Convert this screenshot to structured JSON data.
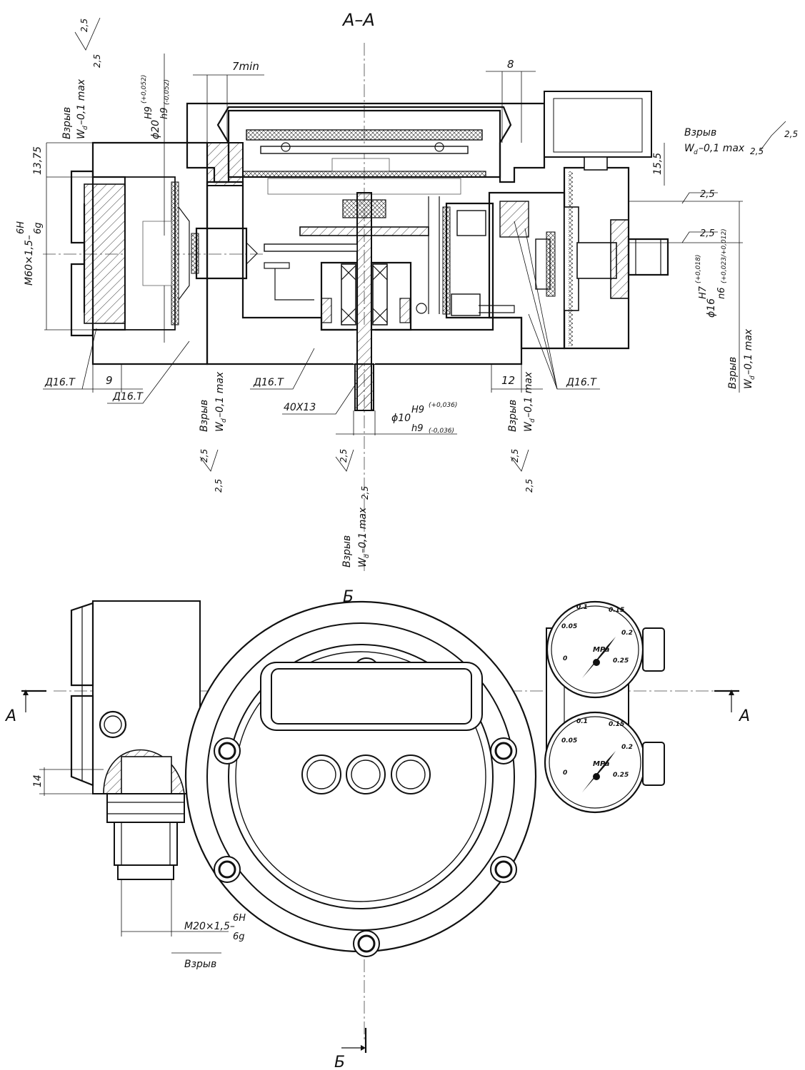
{
  "section_title": "А–А",
  "dims": {
    "gap_7min": "7min",
    "gap_8": "8",
    "d_13_75": "13,75",
    "d_15_5": "15,5",
    "d_9": "9",
    "d_12": "12",
    "d_14": "14"
  },
  "fits": {
    "phi20": "ϕ20",
    "phi20_upper": "H9",
    "phi20_upper_tol": "(+0,052)",
    "phi20_lower": "h9",
    "phi20_lower_tol": "(-0,052)",
    "m60": "М60×1,5–",
    "m60_upper": "6H",
    "m60_lower": "6g",
    "phi10": "ϕ10",
    "phi10_upper": "H9",
    "phi10_upper_tol": "(+0,036)",
    "phi10_lower": "h9",
    "phi10_lower_tol": "(-0,036)",
    "phi16": "ϕ16",
    "phi16_upper": "H7",
    "phi16_upper_tol": "(+0,018)",
    "phi16_lower": "n6",
    "phi16_lower_tol": "(+0,023/+0,012)",
    "m20": "М20×1,5–",
    "m20_upper": "6H",
    "m20_lower": "6g"
  },
  "flameproof": {
    "label": "Взрыв",
    "gap": "W",
    "gap_sub": "d",
    "gap_val": "–0,1 max"
  },
  "roughness": "2,5",
  "materials": {
    "d16t": "Д16.Т",
    "steel": "40Х13"
  },
  "gauge": {
    "unit": "MPa",
    "scale": [
      "0",
      "0.05",
      "0.1",
      "0.15",
      "0.2",
      "0.25"
    ]
  },
  "section_marks": {
    "a": "А",
    "b": "Б"
  }
}
